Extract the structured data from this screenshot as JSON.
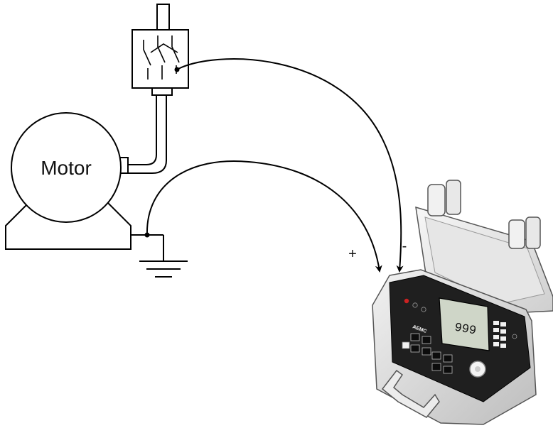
{
  "diagram": {
    "motor_label": "Motor",
    "plus_label": "+",
    "minus_label": "-",
    "display_reading": "999",
    "brand_text": "AEMC"
  }
}
